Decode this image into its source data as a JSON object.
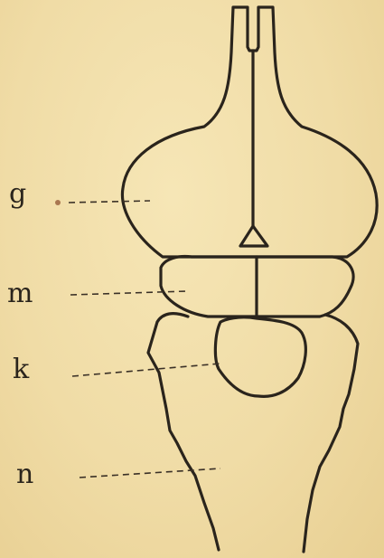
{
  "labels": {
    "g": "g",
    "m": "m",
    "k": "k",
    "n": "n"
  },
  "colors": {
    "paper": "#f2dfaa",
    "ink": "#2a241c"
  }
}
